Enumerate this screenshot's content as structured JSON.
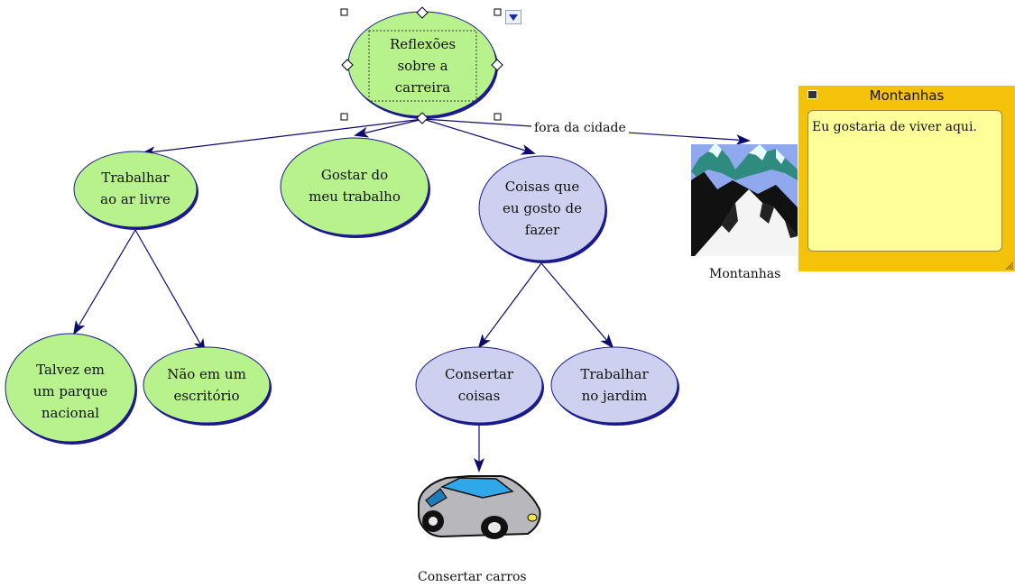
{
  "concept_map": {
    "central_node": {
      "label": "Reflexões\nsobre a\ncarreira"
    },
    "nodes": [
      {
        "id": "trabalhar-ar-livre",
        "label": "Trabalhar\nao ar livre"
      },
      {
        "id": "gostar-trabalho",
        "label": "Gostar do\nmeu trabalho"
      },
      {
        "id": "coisas-gosto",
        "label": "Coisas que\neu gosto de\nfazer"
      },
      {
        "id": "talvez-parque",
        "label": "Talvez em\num parque\nnacional"
      },
      {
        "id": "nao-escritorio",
        "label": "Não em um\nescritório"
      },
      {
        "id": "consertar-coisas",
        "label": "Consertar\ncoisas"
      },
      {
        "id": "trabalhar-jardim",
        "label": "Trabalhar\nno jardim"
      }
    ],
    "link_label": "fora da cidade",
    "images": {
      "mountains_caption": "Montanhas",
      "car_caption": "Consertar carros"
    },
    "note": {
      "title": "Montanhas",
      "body": "Eu gostaria de viver aqui."
    }
  },
  "colors": {
    "green_node": "#b8f28c",
    "lavender_node": "#cdd0ee",
    "node_border": "#1a1a8c",
    "connector": "#0b0b6e",
    "note_frame": "#f5c20a",
    "note_body": "#ffff99"
  }
}
